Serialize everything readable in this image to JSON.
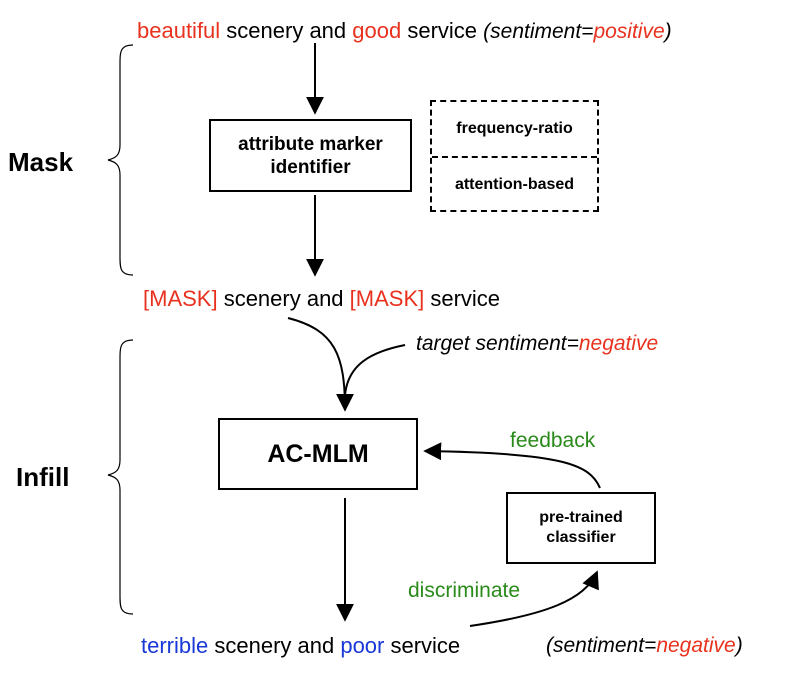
{
  "top_sentence": {
    "word1": "beautiful",
    "mid1": " scenery and ",
    "word2": "good",
    "mid2": " service ",
    "tag_open": "(sentiment=",
    "tag_value": "positive",
    "tag_close": ")"
  },
  "section_mask": "Mask",
  "section_infill": "Infill",
  "identifier_box": "attribute marker identifier",
  "methods": {
    "freq": "frequency-ratio",
    "attn": "attention-based"
  },
  "masked_sentence": {
    "mask1": "[MASK]",
    "mid1": " scenery and ",
    "mask2": "[MASK]",
    "mid2": " service"
  },
  "target": {
    "prefix": "target sentiment=",
    "value": "negative"
  },
  "acmlm_box": "AC-MLM",
  "feedback_label": "feedback",
  "classifier_box": "pre-trained classifier",
  "discriminate_label": "discriminate",
  "bottom_sentence": {
    "word1": "terrible",
    "mid1": " scenery and ",
    "word2": "poor",
    "mid2": " service",
    "tag_open": "(sentiment=",
    "tag_value": "negative",
    "tag_close": ")"
  },
  "colors": {
    "attribute_red": "#e8321e",
    "generated_blue": "#1838d8",
    "label_green": "#2a8a1a"
  }
}
